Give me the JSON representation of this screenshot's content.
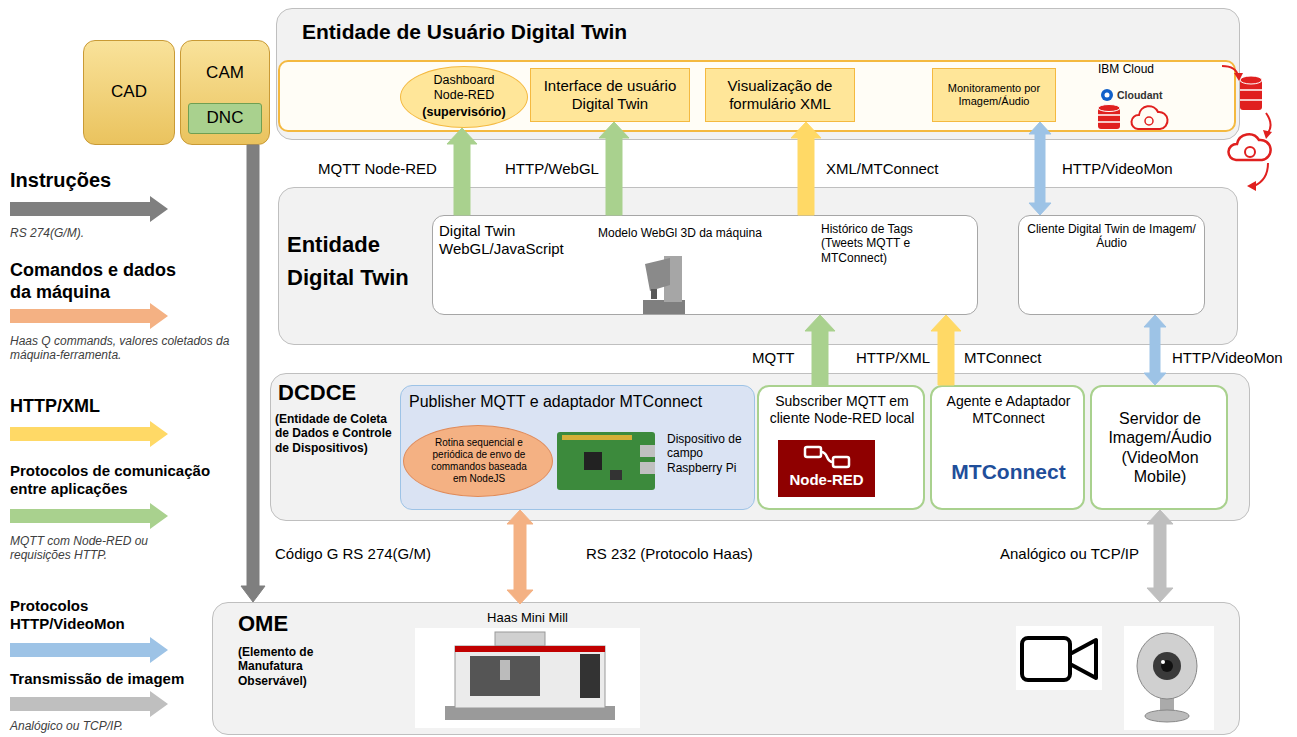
{
  "diagram": {
    "nodes": [
      {
        "text": [
          "CAD"
        ]
      },
      {
        "text": [
          "CAM"
        ]
      },
      {
        "text": [
          "DNC"
        ],
        "in": 1
      },
      {
        "text": [
          "Entidade de Usuário Digital Twin"
        ]
      },
      {
        "text": [
          "Dashboard Node-RED",
          "(supervisório)"
        ],
        "in": 3
      },
      {
        "text": [
          "Interface de usuário Digital Twin"
        ],
        "in": 3
      },
      {
        "text": [
          "Visualização de formulário XML"
        ],
        "in": 3
      },
      {
        "text": [
          "Monitoramento por Imagem/Áudio"
        ],
        "in": 3
      },
      {
        "text": [
          "Entidade Digital Twin"
        ]
      },
      {
        "text": [
          "Digital Twin WebGL/JavaScript",
          "Modelo WebGl 3D da máquina",
          "Histórico de Tags (Tweets MQTT e MTConnect)"
        ],
        "in": 8
      },
      {
        "text": [
          "Cliente Digital Twin de Imagem/Áudio"
        ],
        "in": 8
      },
      {
        "text": [
          "DCDCE",
          "(Entidade de Coleta de Dados e Controle de Dispositivos)"
        ]
      },
      {
        "text": [
          "Publisher MQTT e adaptador MTConnect",
          "Dispositivo de campo Raspberry Pi"
        ],
        "in": 11
      },
      {
        "text": [
          "Rotina sequencial e periódica de envo de commandos baseada em NodeJS"
        ],
        "in": 12
      },
      {
        "text": [
          "Subscriber MQTT em cliente Node-RED local",
          "Node-RED"
        ],
        "in": 11
      },
      {
        "text": [
          "Agente e Adaptador MTConnect",
          "MTConnect"
        ],
        "in": 11
      },
      {
        "text": [
          "Servidor de Imagem/Áudio (VideoMon Mobile)"
        ],
        "in": 11
      },
      {
        "text": [
          "OME",
          "(Elemento de Manufatura Observável)"
        ]
      },
      {
        "text": [
          "Haas Mini Mill"
        ],
        "in": 17
      }
    ],
    "edges": [
      {
        "from": 1,
        "to": 17,
        "arrow": "to",
        "label": "Código G RS 274(G/M)"
      },
      {
        "from": 9,
        "to": 4,
        "arrow": "to",
        "label": "MQTT Node-RED"
      },
      {
        "from": 9,
        "to": 5,
        "arrow": "to",
        "label": "HTTP/WebGL"
      },
      {
        "from": 9,
        "to": 6,
        "arrow": "to",
        "label": "XML/MTConnect"
      },
      {
        "from": 10,
        "to": 7,
        "arrow": "both",
        "label": "HTTP/VideoMon"
      },
      {
        "from": 14,
        "to": 9,
        "arrow": "to",
        "label": "MQTT"
      },
      {
        "from": 15,
        "to": 9,
        "arrow": "to",
        "label": "HTTP/XML"
      },
      {
        "from": 16,
        "to": 10,
        "arrow": "both",
        "label": "HTTP/VideoMon"
      },
      {
        "from": 12,
        "to": 18,
        "arrow": "both",
        "label": "RS 232 (Protocolo Haas)"
      },
      {
        "from": 16,
        "to": 17,
        "arrow": "both",
        "label": "Analógico ou TCP/IP"
      }
    ],
    "labels": [
      "IBM Cloud",
      "Cloudant",
      "MTConnect",
      "RS 274(G/M).",
      "Haas Q commands, valores coletados da máquina-ferramenta.",
      "MQTT com Node-RED ou requisições HTTP.",
      "Analógico ou TCP/IP."
    ],
    "legend": [
      {
        "text": "Instruções",
        "color": "#7f7f7f"
      },
      {
        "text": "Comandos e dados da máquina",
        "color": "#f4b183"
      },
      {
        "text": "HTTP/XML",
        "color": "#ffd966"
      },
      {
        "text": "Protocolos de comunicação entre aplicações",
        "color": "#a9d18e"
      },
      {
        "text": "Protocolos HTTP/VideoMon",
        "color": "#9dc3e6"
      },
      {
        "text": "Transmissão de imagem",
        "color": "#bfbfbf"
      }
    ]
  }
}
